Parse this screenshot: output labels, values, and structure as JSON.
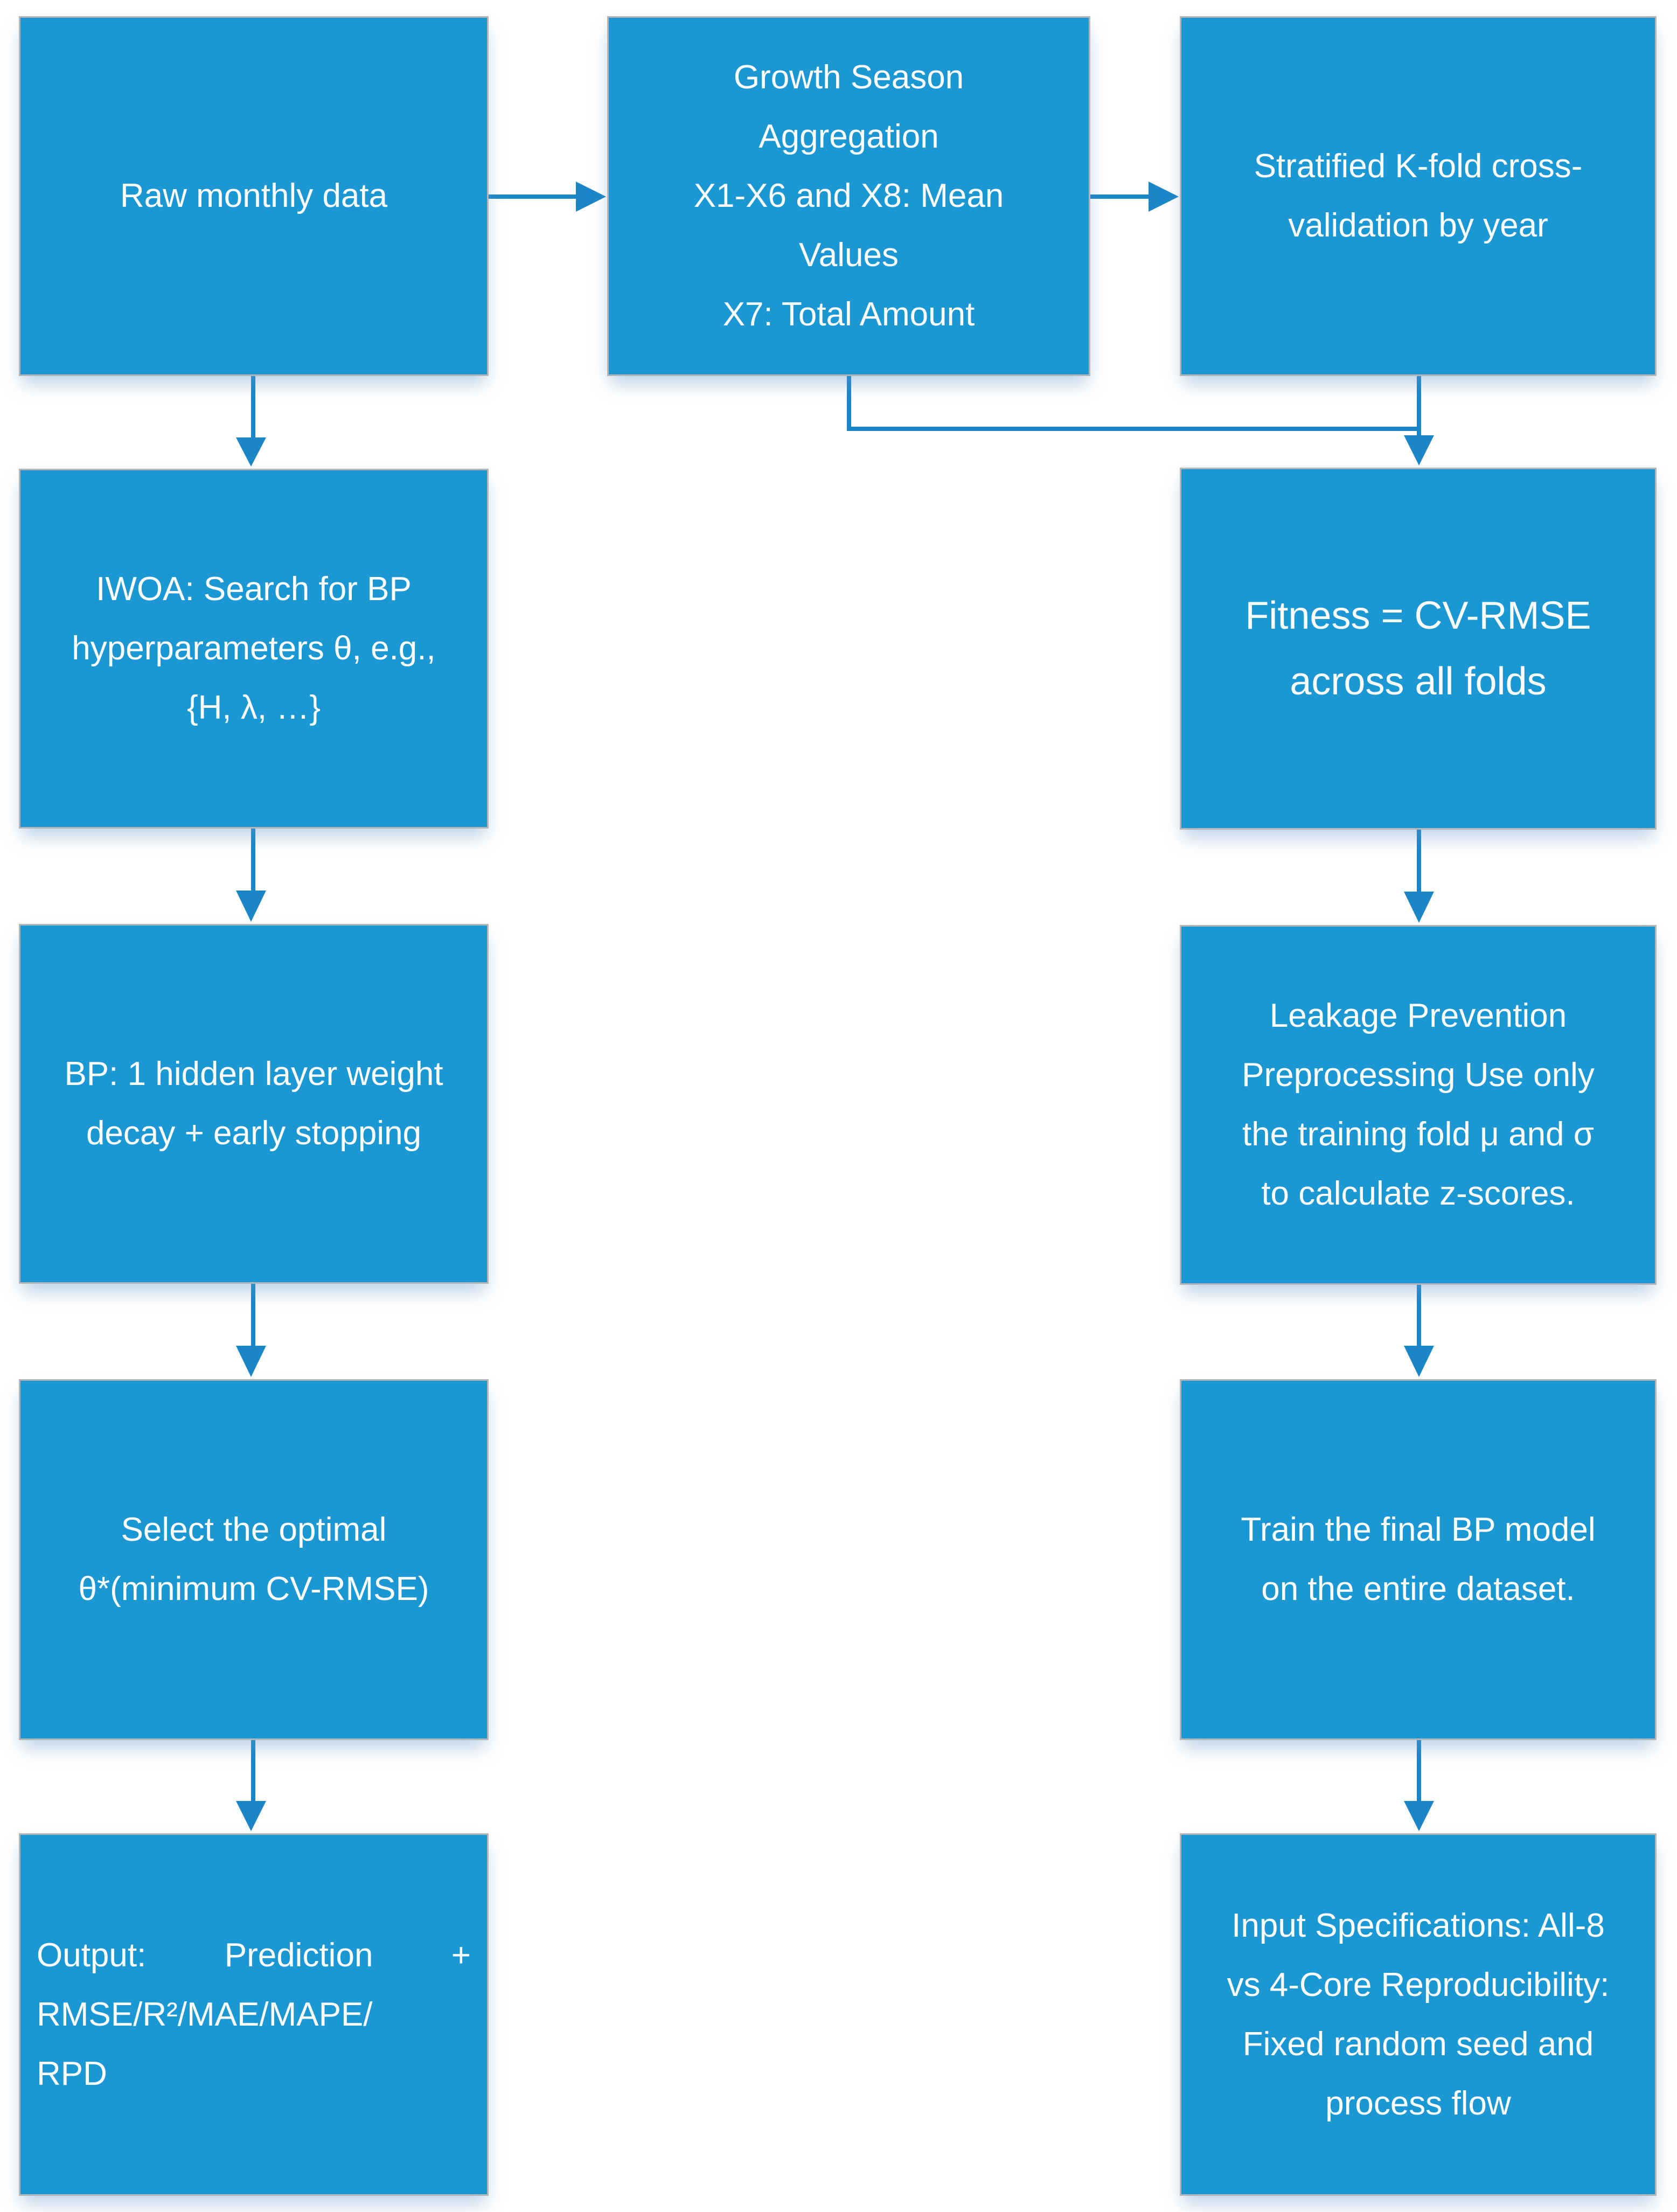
{
  "theme": {
    "background": "#ffffff",
    "box_fill": "#1b97d4",
    "box_border": "#b3b6b8",
    "arrow_color": "#1a86c8",
    "text_color": "#ffffff"
  },
  "flowchart": {
    "boxes": {
      "raw": {
        "lines": [
          "Raw monthly data"
        ]
      },
      "growth": {
        "lines": [
          "Growth Season",
          "Aggregation",
          "X1-X6 and X8: Mean",
          "Values",
          "X7: Total Amount"
        ]
      },
      "stratified": {
        "lines": [
          "Stratified K-fold cross-",
          "validation by year"
        ]
      },
      "iwoa": {
        "lines": [
          "IWOA: Search for BP",
          "hyperparameters θ, e.g.,",
          "{H, λ, …}"
        ]
      },
      "fitness": {
        "lines": [
          "Fitness = CV-RMSE",
          "across all folds"
        ]
      },
      "bp": {
        "lines": [
          "BP: 1 hidden layer weight",
          "decay + early stopping"
        ]
      },
      "leakage": {
        "lines": [
          "Leakage Prevention",
          "Preprocessing Use only",
          "the training fold μ and σ",
          "to calculate z-scores."
        ]
      },
      "select": {
        "lines": [
          "Select the optimal",
          "θ*(minimum CV-RMSE)"
        ]
      },
      "train": {
        "lines": [
          "Train the final BP model",
          "on the entire dataset."
        ]
      },
      "output": {
        "line1": {
          "a": "Output:",
          "b": "Prediction",
          "c": "+"
        },
        "line2": "RMSE/R²/MAE/MAPE/",
        "line3": "RPD"
      },
      "input": {
        "lines": [
          "Input Specifications: All-8",
          "vs 4-Core Reproducibility:",
          "Fixed random seed and",
          "process flow"
        ]
      }
    }
  }
}
